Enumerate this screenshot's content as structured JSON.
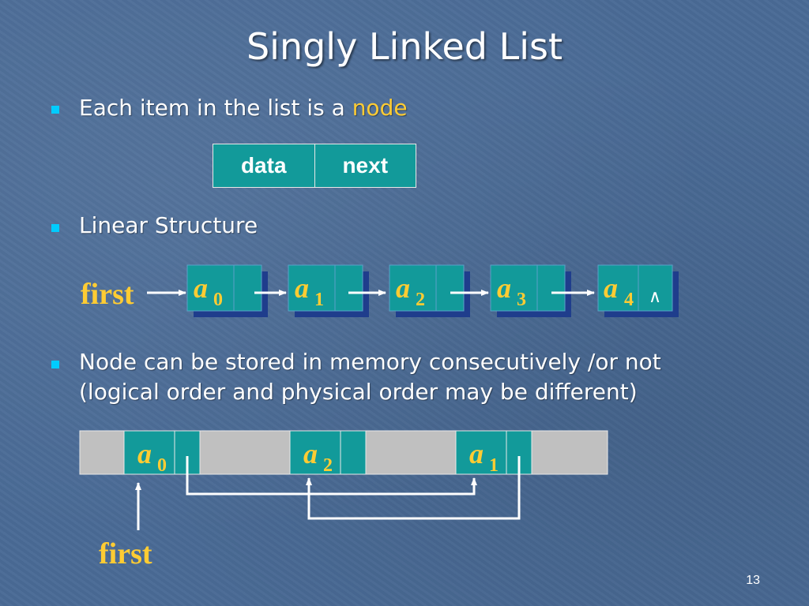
{
  "slide": {
    "title": "Singly Linked List",
    "page_number": "13"
  },
  "bullets": [
    {
      "text": "Each item in the list is a ",
      "highlight": "node"
    },
    {
      "text": "Linear Structure"
    },
    {
      "line1": "Node can be stored in memory consecutively /or not",
      "line2": "(logical order and physical order may be different)"
    }
  ],
  "node_fields": {
    "data": "data",
    "next": "next"
  },
  "linear_list": {
    "head_label": "first",
    "nodes": [
      {
        "letter": "a",
        "sub": "0"
      },
      {
        "letter": "a",
        "sub": "1"
      },
      {
        "letter": "a",
        "sub": "2"
      },
      {
        "letter": "a",
        "sub": "3"
      },
      {
        "letter": "a",
        "sub": "4"
      }
    ],
    "null_symbol": "∧"
  },
  "memory": {
    "head_label": "first",
    "slots": [
      {
        "letter": "a",
        "sub": "0"
      },
      {
        "letter": "a",
        "sub": "2"
      },
      {
        "letter": "a",
        "sub": "1"
      }
    ]
  },
  "colors": {
    "background": "#4a6b96",
    "node_fill": "#129a9a",
    "node_shadow": "#1f3d8c",
    "memory_fill": "#c0c0c0",
    "accent_text": "#ffcc33",
    "bullet": "#00ccff"
  }
}
